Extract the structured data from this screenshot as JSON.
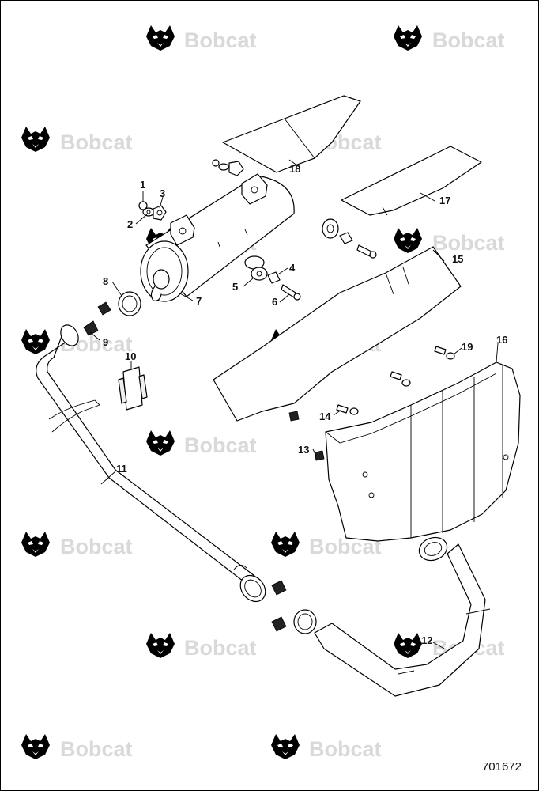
{
  "watermark": {
    "brand_text": "Bobcat",
    "brand_color": "#d9d9d9",
    "icon": "bobcat-head-logo"
  },
  "callouts": [
    {
      "id": "1",
      "label": "1"
    },
    {
      "id": "2",
      "label": "2"
    },
    {
      "id": "3",
      "label": "3"
    },
    {
      "id": "4",
      "label": "4"
    },
    {
      "id": "5",
      "label": "5"
    },
    {
      "id": "6",
      "label": "6"
    },
    {
      "id": "7",
      "label": "7"
    },
    {
      "id": "8",
      "label": "8"
    },
    {
      "id": "9",
      "label": "9"
    },
    {
      "id": "10",
      "label": "10"
    },
    {
      "id": "11",
      "label": "11"
    },
    {
      "id": "12",
      "label": "12"
    },
    {
      "id": "13",
      "label": "13"
    },
    {
      "id": "14",
      "label": "14"
    },
    {
      "id": "15",
      "label": "15"
    },
    {
      "id": "16",
      "label": "16"
    },
    {
      "id": "17",
      "label": "17"
    },
    {
      "id": "18",
      "label": "18"
    },
    {
      "id": "19",
      "label": "19"
    }
  ],
  "drawing_number": "701672"
}
